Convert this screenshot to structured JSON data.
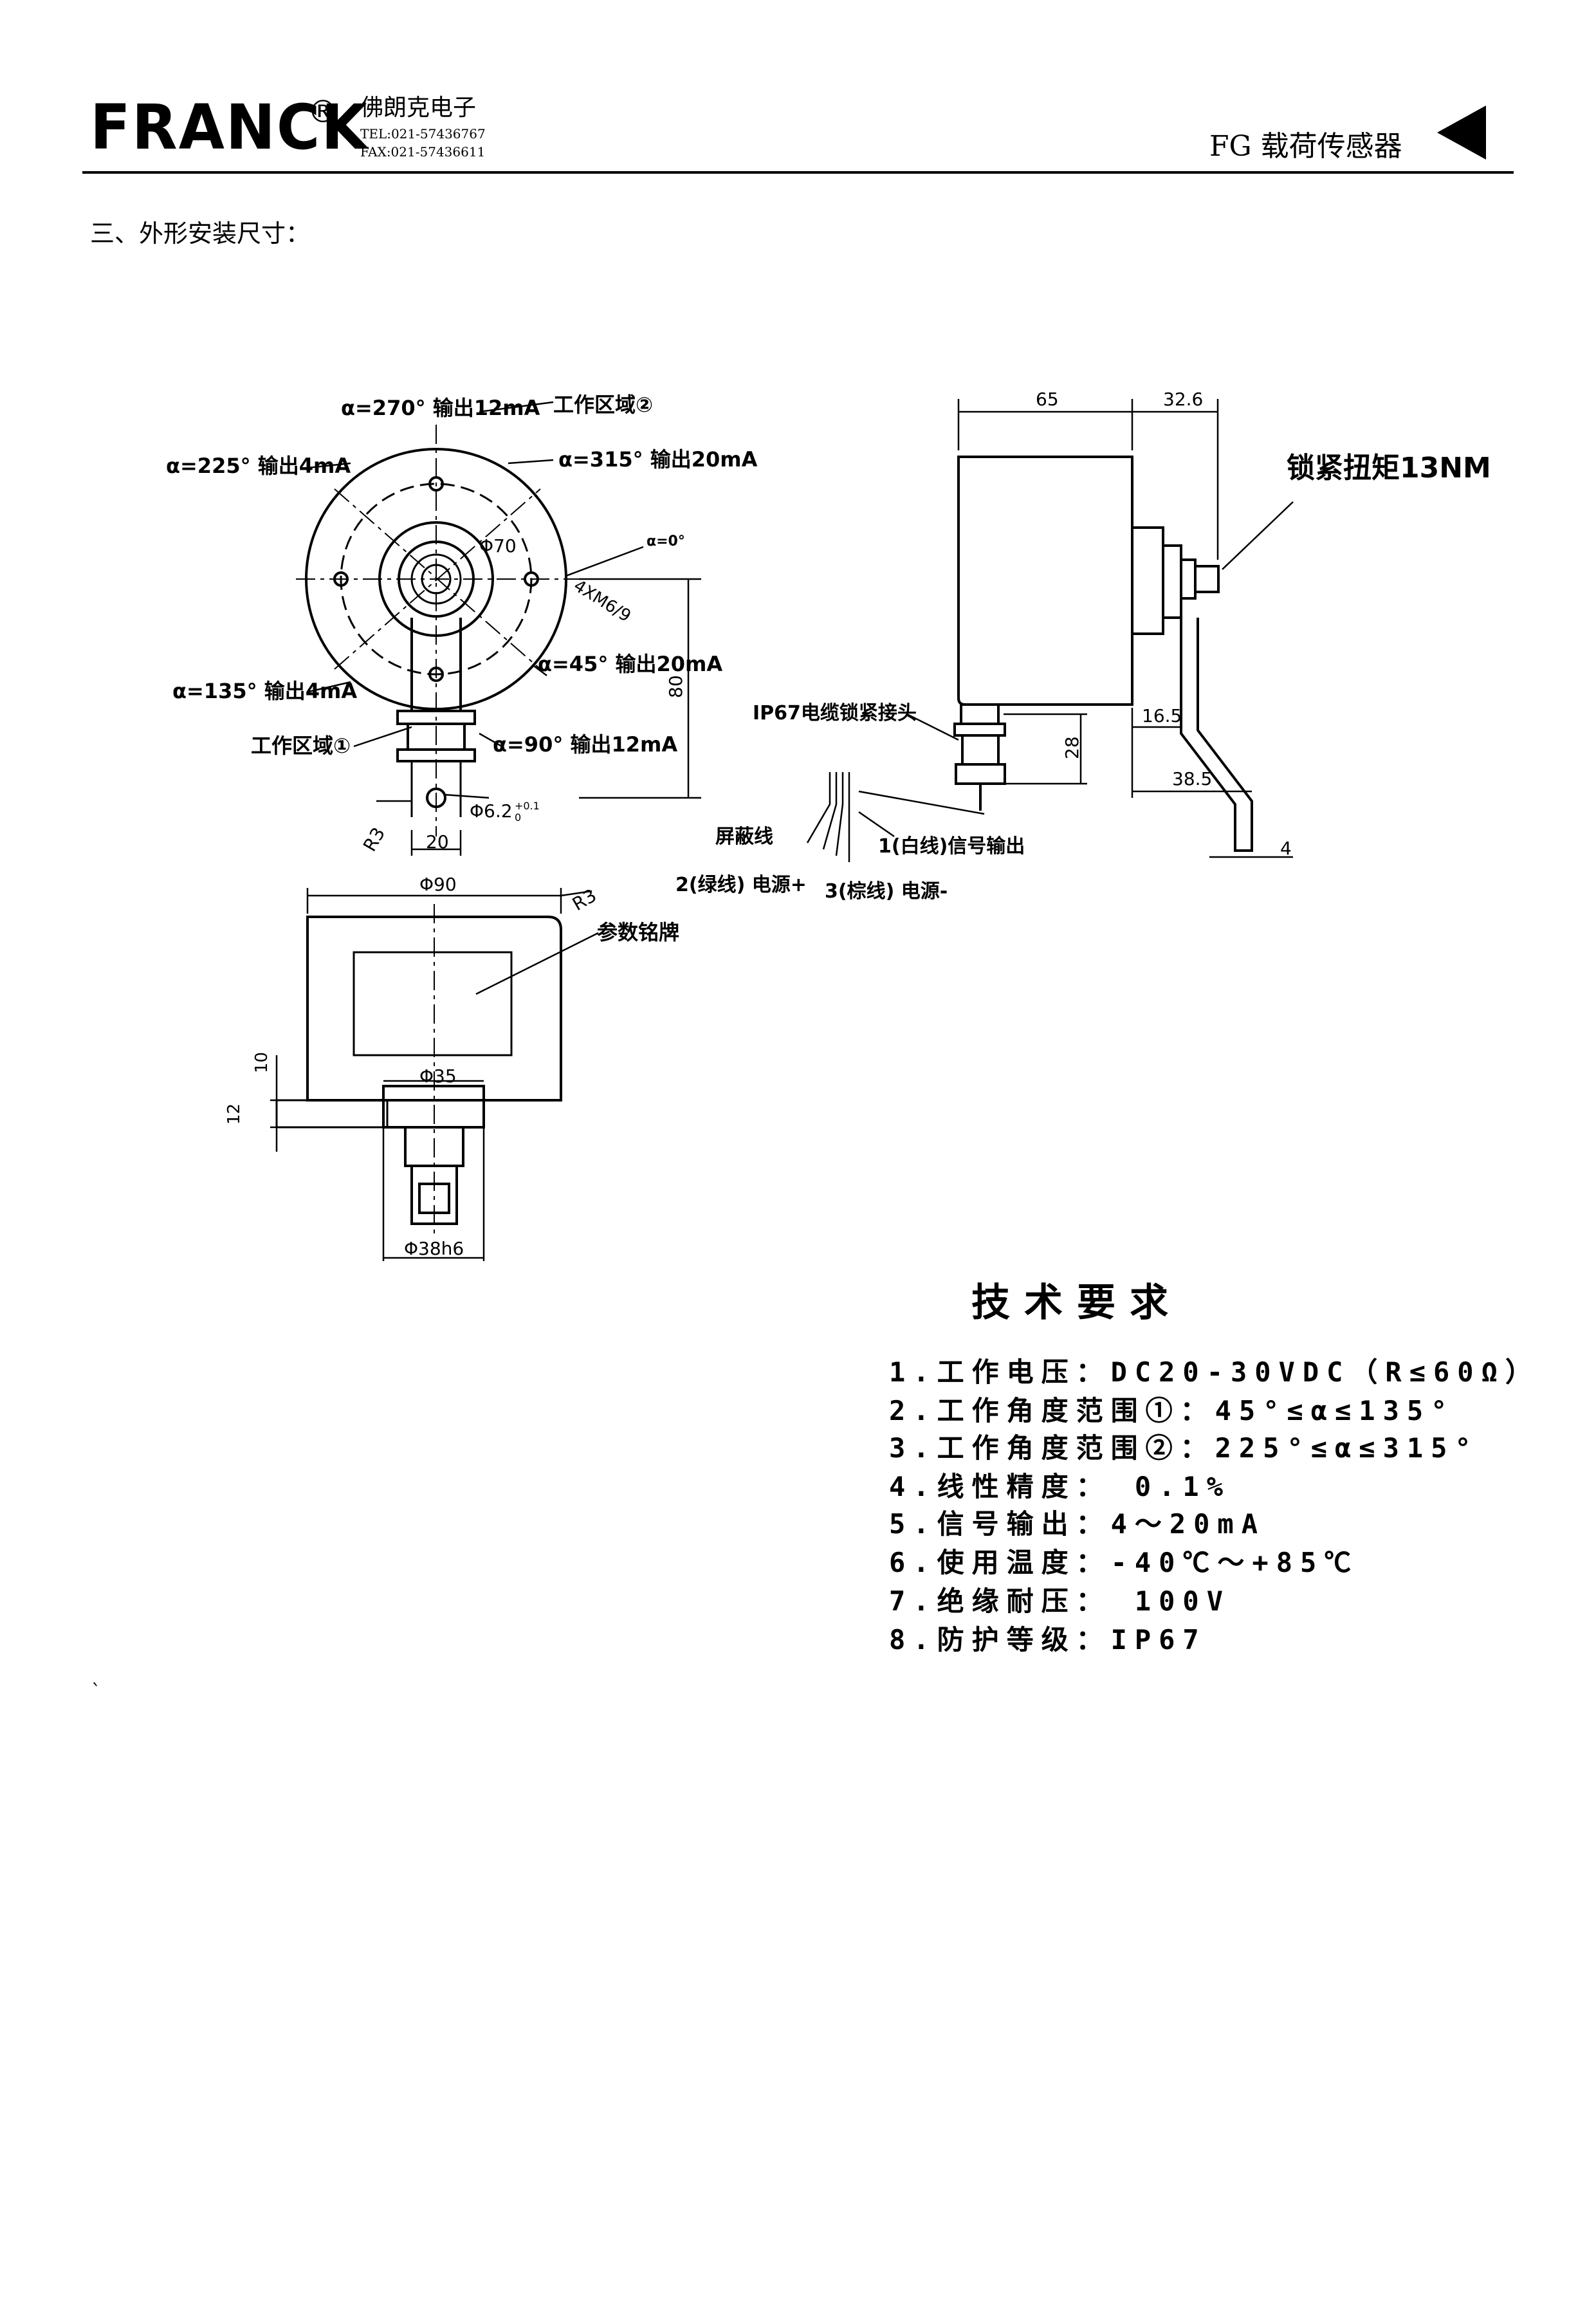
{
  "header": {
    "logo_text": "FRANCK",
    "registered_mark": "®",
    "company_cn": "佛朗克电子",
    "tel": "TEL:021-57436767",
    "fax": "FAX:021-57436611",
    "doc_title": "FG 载荷传感器"
  },
  "section_heading": "三、外形安装尺寸：",
  "drawing": {
    "angles": {
      "a270": "α=270° 输出12mA",
      "zone2": "工作区域②",
      "a225": "α=225° 输出4mA",
      "a315": "α=315° 输出20mA",
      "a0": "α=0°",
      "phi70": "Φ70",
      "m6": "4XM6/9",
      "a45": "α=45° 输出20mA",
      "a135": "α=135° 输出4mA",
      "zone1": "工作区域①",
      "a90": "α=90° 输出12mA",
      "phi62": "Φ6.2",
      "tol": "+0.1",
      "tol0": "0",
      "r3": "R3",
      "d20": "20",
      "d80": "80"
    },
    "side": {
      "d65": "65",
      "d32_6": "32.6",
      "torque": "锁紧扭矩13NM",
      "connector": "IP67电缆锁紧接头",
      "d16_5": "16.5",
      "d28": "28",
      "d38_5": "38.5",
      "d4": "4",
      "shield": "屏蔽线",
      "wire1": "1(白线)信号输出",
      "wire2": "2(绿线) 电源+",
      "wire3": "3(棕线) 电源-"
    },
    "front": {
      "phi90": "Φ90",
      "r3": "R3",
      "nameplate": "参数铭牌",
      "d10": "10",
      "d12": "12",
      "phi35": "Φ35",
      "phi38h6": "Φ38h6"
    }
  },
  "tech_requirements": {
    "title": "技术要求",
    "items": [
      "1.工作电压：DC20-30VDC（R≤60Ω）",
      "2.工作角度范围①：45°≤α≤135°",
      "3.工作角度范围②：225°≤α≤315°",
      "4.线性精度： 0.1%",
      "5.信号输出：4～20mA",
      "6.使用温度：-40℃～+85℃",
      "7.绝缘耐压： 100V",
      "8.防护等级：IP67"
    ]
  },
  "stray_mark": "`"
}
